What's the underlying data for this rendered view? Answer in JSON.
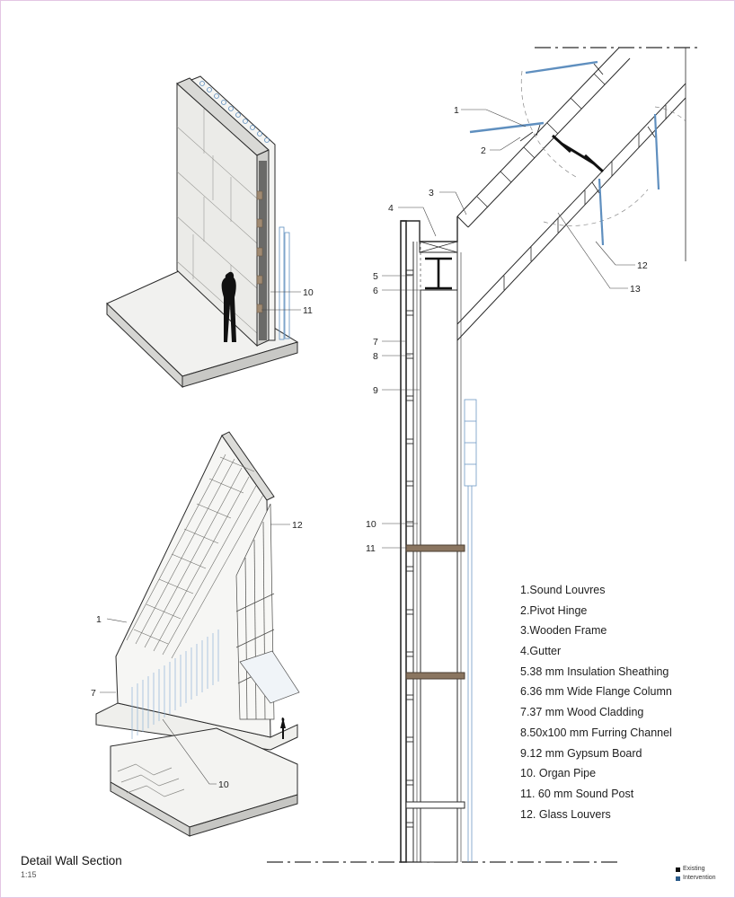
{
  "drawing": {
    "title": "Detail Wall Section",
    "scale": "1:15"
  },
  "legend": {
    "items": [
      "1.Sound Louvres",
      "2.Pivot Hinge",
      "3.Wooden Frame",
      "4.Gutter",
      "5.38 mm Insulation Sheathing",
      "6.36 mm Wide Flange Column",
      "7.37 mm Wood Cladding",
      "8.50x100 mm Furring Channel",
      "9.12 mm Gypsum Board",
      "10.  Organ Pipe",
      "11.  60 mm Sound Post",
      "12.  Glass Louvers"
    ]
  },
  "key": {
    "existing_label": "Existing",
    "existing_color": "#111111",
    "intervention_label": "Intervention",
    "intervention_color": "#2b5b8a"
  },
  "callouts": {
    "section": [
      "1",
      "2",
      "3",
      "4",
      "5",
      "6",
      "7",
      "8",
      "9",
      "10",
      "11",
      "12",
      "13"
    ],
    "top_iso": [
      "10",
      "11"
    ],
    "bottom_iso": [
      "12",
      "1",
      "7",
      "10"
    ]
  },
  "colors": {
    "line": "#2a2a2a",
    "intervention_blue": "#5f8fbf",
    "wood_post": "#8a7560",
    "stone": "#e9e9e6"
  }
}
